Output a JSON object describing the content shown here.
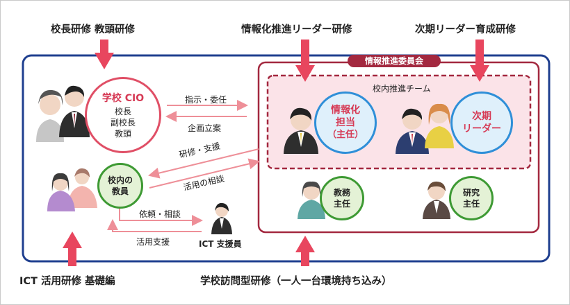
{
  "top_labels": {
    "principal_training": "校長研修 教頭研修",
    "info_leader_training": "情報化推進リーダー研修",
    "next_leader_training": "次期リーダー育成研修"
  },
  "bottom_labels": {
    "ict_basic_training": "ICT 活用研修 基礎編",
    "school_visit_training": "学校訪問型研修（一人一台環境持ち込み）"
  },
  "committee": {
    "title": "情報推進委員会",
    "team_title": "校内推進チーム"
  },
  "nodes": {
    "cio": {
      "title": "学校 CIO",
      "lines": [
        "校長",
        "副校長",
        "教頭"
      ]
    },
    "teachers": {
      "lines": [
        "校内の",
        "教員"
      ]
    },
    "info_lead": {
      "lines": [
        "情報化",
        "担当",
        "（主任）"
      ]
    },
    "next_leader": {
      "lines": [
        "次期",
        "リーダー"
      ]
    },
    "academic": {
      "lines": [
        "教務",
        "主任"
      ]
    },
    "research": {
      "lines": [
        "研究",
        "主任"
      ]
    },
    "ict_staff": "ICT 支援員"
  },
  "arrow_labels": {
    "instruct": "指示・委任",
    "plan": "企画立案",
    "training_support": "研修・支援",
    "usage_consult": "活用の相談",
    "request_consult": "依頼・相談",
    "usage_support": "活用支援"
  },
  "colors": {
    "navy_border": "#1f3f8f",
    "maroon_border": "#a3283f",
    "big_arrow": "#e8465e",
    "pink_arrow": "#ee8f98",
    "team_fill": "#fbe3e8",
    "cio_border": "#e04f66",
    "blue_circle": "#2f8fd8",
    "green_circle": "#3e9a34"
  }
}
